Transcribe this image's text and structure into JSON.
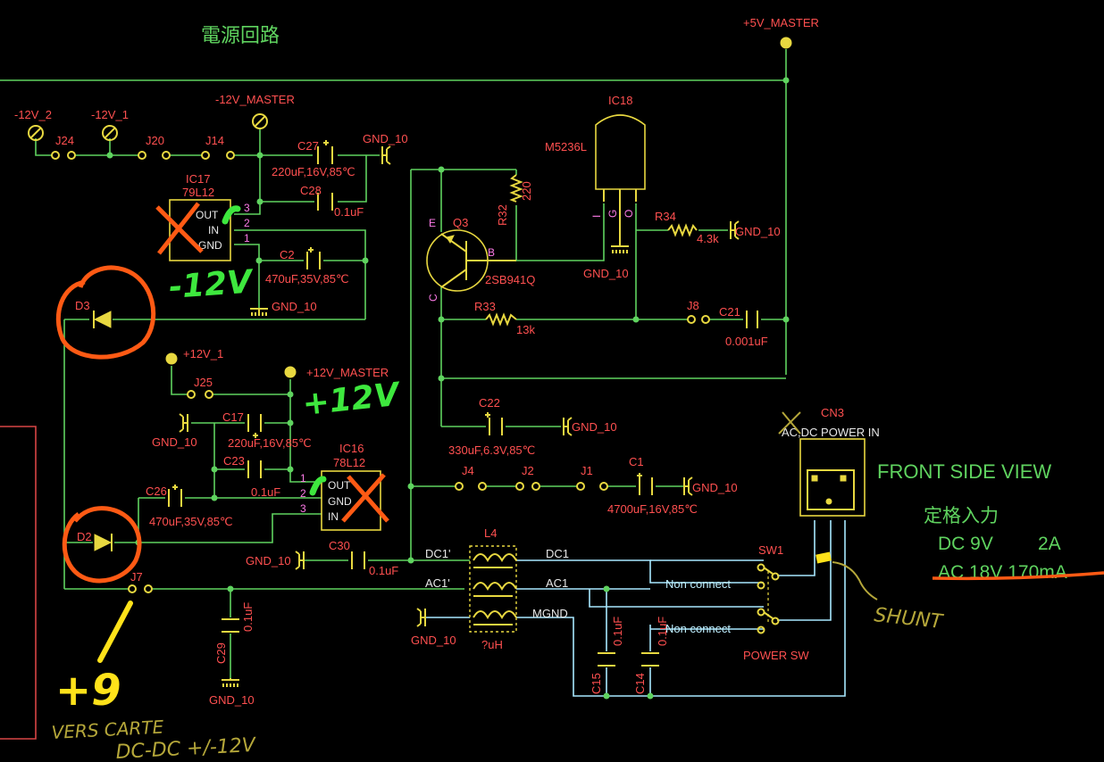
{
  "title": "電源回路",
  "power_labels": {
    "p5v_master": "+5V_MASTER",
    "m12v_master": "-12V_MASTER",
    "m12v_2": "-12V_2",
    "m12v_1": "-12V_1",
    "p12v_1": "+12V_1",
    "p12v_master": "+12V_MASTER"
  },
  "jumpers": {
    "j24": "J24",
    "j20": "J20",
    "j14": "J14",
    "j25": "J25",
    "j8": "J8",
    "j4": "J4",
    "j2": "J2",
    "j1": "J1",
    "j7": "J7"
  },
  "gnd": "GND_10",
  "caps": {
    "c27": {
      "ref": "C27",
      "value": "220uF,16V,85℃"
    },
    "c28": {
      "ref": "C28",
      "value": "0.1uF"
    },
    "c2": {
      "ref": "C2",
      "value": "470uF,35V,85℃"
    },
    "c17": {
      "ref": "C17",
      "value": "220uF,16V,85℃"
    },
    "c23": {
      "ref": "C23",
      "value": "0.1uF"
    },
    "c26": {
      "ref": "C26",
      "value": "470uF,35V,85℃"
    },
    "c21": {
      "ref": "C21",
      "value": "0.001uF"
    },
    "c22": {
      "ref": "C22",
      "value": "330uF,6.3V,85℃"
    },
    "c1": {
      "ref": "C1",
      "value": "4700uF,16V,85℃"
    },
    "c30": {
      "ref": "C30",
      "value": "0.1uF"
    },
    "c29": {
      "ref": "C29",
      "value": "0.1uF"
    },
    "c15": {
      "ref": "C15",
      "value": "0.1uF"
    },
    "c14": {
      "ref": "C14",
      "value": "0.1uF"
    }
  },
  "ic17": {
    "ref": "IC17",
    "part": "79L12",
    "pin_out": "OUT",
    "pin_in": "IN",
    "pin_gnd": "GND",
    "p3": "3",
    "p2": "2",
    "p1": "1"
  },
  "ic16": {
    "ref": "IC16",
    "part": "78L12",
    "pin_out": "OUT",
    "pin_gnd": "GND",
    "pin_in": "IN",
    "p1": "1",
    "p2": "2",
    "p3": "3"
  },
  "ic18": {
    "ref": "IC18",
    "part": "M5236L",
    "pin_i": "I",
    "pin_g": "G",
    "pin_o": "O"
  },
  "q3": {
    "ref": "Q3",
    "part": "2SB941Q",
    "e": "E",
    "b": "B",
    "c": "C"
  },
  "r32": {
    "ref": "R32",
    "value": "220"
  },
  "r34": {
    "ref": "R34",
    "value": "4.3k"
  },
  "r33": {
    "ref": "R33",
    "value": "13k"
  },
  "d3": "D3",
  "d2": "D2",
  "l4": {
    "ref": "L4",
    "value": "?uH",
    "dc1p": "DC1'",
    "ac1p": "AC1'",
    "dc1": "DC1",
    "ac1": "AC1",
    "mgnd": "MGND"
  },
  "sw1": {
    "ref": "SW1",
    "nc1": "Non connect",
    "nc2": "Non connect",
    "name": "POWER SW"
  },
  "cn3": {
    "ref": "CN3",
    "name": "AC,DC POWER IN"
  },
  "front_view": "FRONT SIDE VIEW",
  "rating": {
    "heading": "定格入力",
    "dc": "DC 9V",
    "dc_amp": "2A",
    "ac": "AC 18V 170mA"
  },
  "annotations": {
    "minus12": "-12V",
    "plus12": "+12V",
    "plus9": "+9",
    "shunt": "SHUNT",
    "vers_line1": "VERS CARTE",
    "vers_line2": "DC-DC +/-12V"
  },
  "colors": {
    "wire": "#5fd35f",
    "label": "#ff5050",
    "symbol": "#e8d840",
    "ink_orange": "#ff5a14",
    "ink_green": "#3ee83e",
    "ink_yellow": "#ffe21a"
  }
}
